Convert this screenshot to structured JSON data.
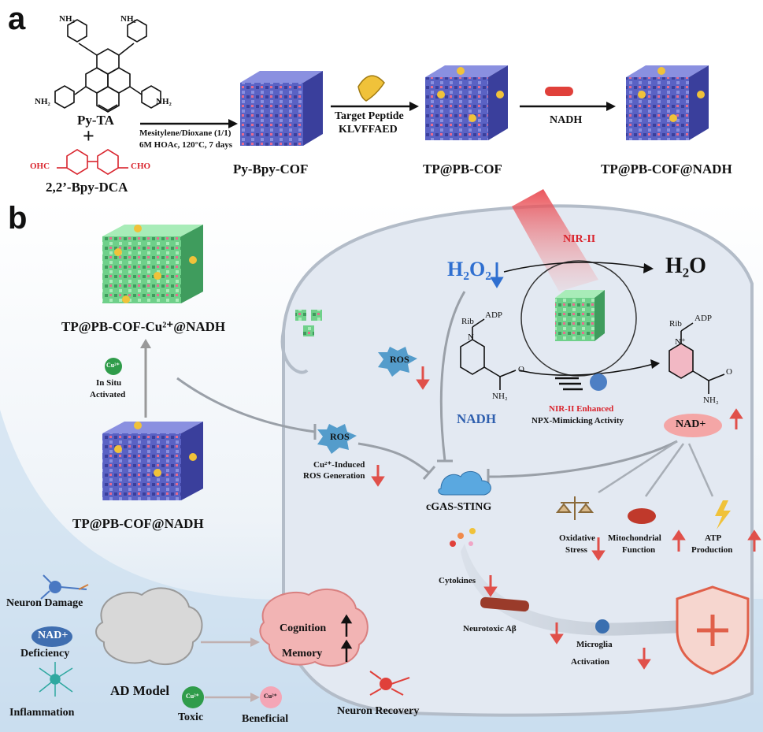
{
  "panel_a": {
    "label": "a",
    "py_ta": "Py-TA",
    "plus": "+",
    "bpy_dca": "2,2’-Bpy-DCA",
    "nh2": "NH₂",
    "cho": "OHC",
    "cho_right": "CHO",
    "cond_line1": "Mesitylene/Dioxane (1/1)",
    "cond_line2": "6M HOAc, 120°C, 7 days",
    "py_bpy_cof": "Py-Bpy-COF",
    "target_peptide": "Target Peptide",
    "peptide_seq": "KLVFFAED",
    "tp_pb_cof": "TP@PB-COF",
    "nadh_arrow": "NADH",
    "tp_pb_cof_nadh": "TP@PB-COF@NADH"
  },
  "panel_b": {
    "label": "b",
    "top_left_cof": "TP@PB-COF-Cu²⁺@NADH",
    "cu_badge": "Cu²⁺",
    "in_situ": "In Situ",
    "activated": "Activated",
    "bottom_left_cof": "TP@PB-COF@NADH",
    "ros": "ROS",
    "cu_induced": "Cu²⁺-Induced",
    "ros_generation": "ROS Generation",
    "cgas_sting": "cGAS-STING",
    "h2o2": "H₂O₂",
    "h2o": "H₂O",
    "nir_ii": "NIR-II",
    "rib": "Rib",
    "adp": "ADP",
    "nadh": "NADH",
    "nir_enhanced": "NIR-II Enhanced",
    "npx_activity": "NPX-Mimicking Activity",
    "nad_plus": "NAD+",
    "oxidative": "Oxidative",
    "stress": "Stress",
    "mitochondrial": "Mitochondrial",
    "function": "Function",
    "atp": "ATP",
    "production": "Production",
    "cytokines": "Cytokines",
    "neurotoxic": "Neurotoxic Aβ",
    "microglia": "Microglia",
    "activation": "Activation",
    "neuron_damage": "Neuron Damage",
    "nad_deficiency_badge": "NAD+",
    "deficiency": "Deficiency",
    "inflammation": "Inflammation",
    "ad_model": "AD Model",
    "cognition": "Cognition",
    "memory": "Memory",
    "toxic": "Toxic",
    "beneficial": "Beneficial",
    "neuron_recovery": "Neuron Recovery",
    "n_plus": "N⁺",
    "n_atom": "N",
    "nh2": "NH₂",
    "o_atom": "O"
  },
  "colors": {
    "cof_blue": "#5a62c4",
    "cof_green": "#6fd08a",
    "peptide_yellow": "#f0c23a",
    "red_accent": "#e0403a",
    "cell_fill": "#e3e9f2",
    "h2o2_blue": "#2f6fd0"
  }
}
